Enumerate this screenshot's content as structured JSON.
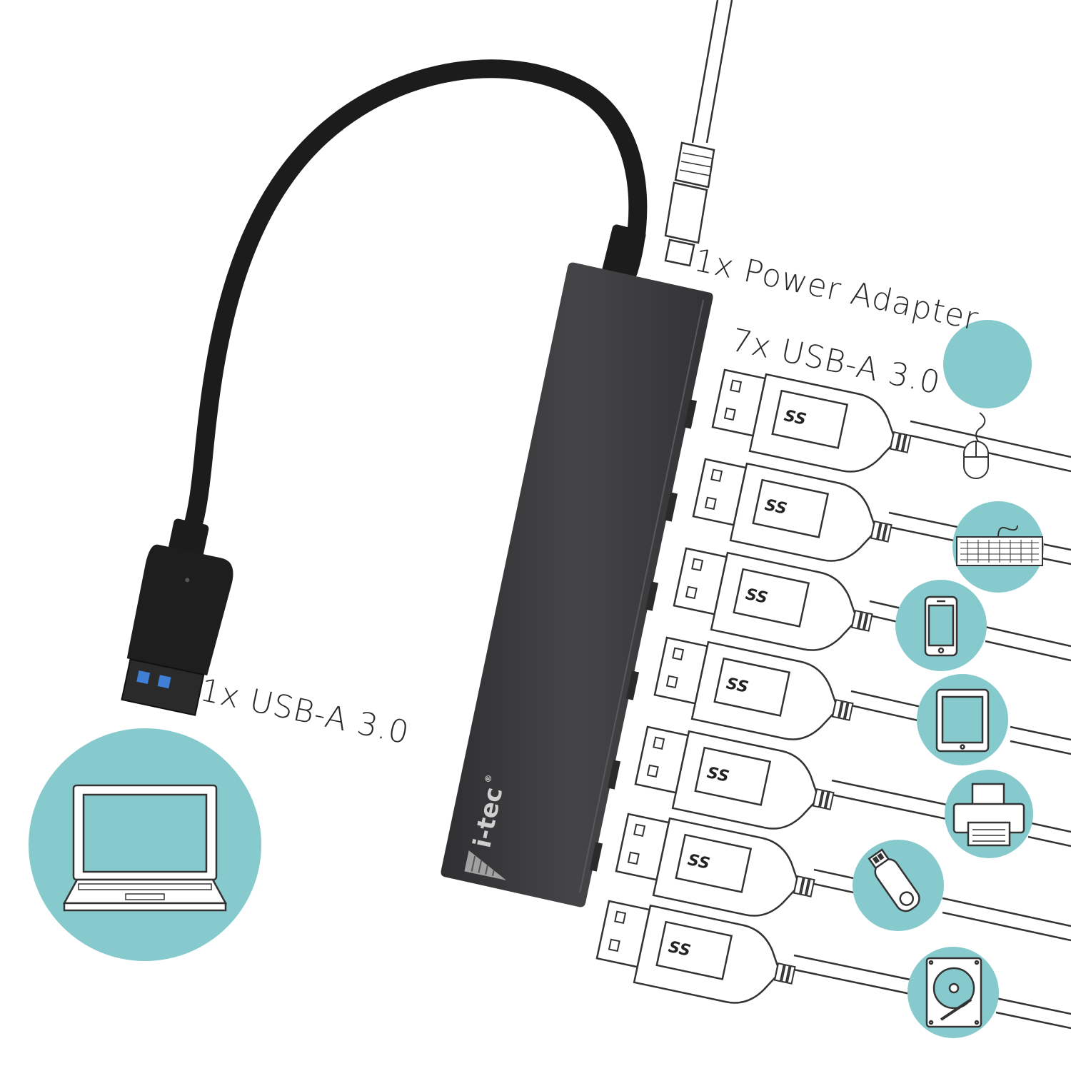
{
  "labels": {
    "power": "1x Power Adapter",
    "downstream": "7x USB-A 3.0",
    "upstream": "1x USB-A 3.0"
  },
  "hub": {
    "brand": "i-tec",
    "trademark": "®"
  },
  "port_badge": "SS",
  "colors": {
    "accent": "#86cacd",
    "hub_body": "#3b3b3d",
    "cable": "#1c1c1c",
    "outline": "#333333",
    "usb_blue": "#3f7fd6"
  },
  "devices": [
    {
      "icon": "mouse-icon"
    },
    {
      "icon": "keyboard-icon"
    },
    {
      "icon": "smartphone-icon"
    },
    {
      "icon": "tablet-icon"
    },
    {
      "icon": "printer-icon"
    },
    {
      "icon": "usb-flash-drive-icon"
    },
    {
      "icon": "hard-drive-icon"
    }
  ],
  "host": {
    "icon": "laptop-icon"
  }
}
